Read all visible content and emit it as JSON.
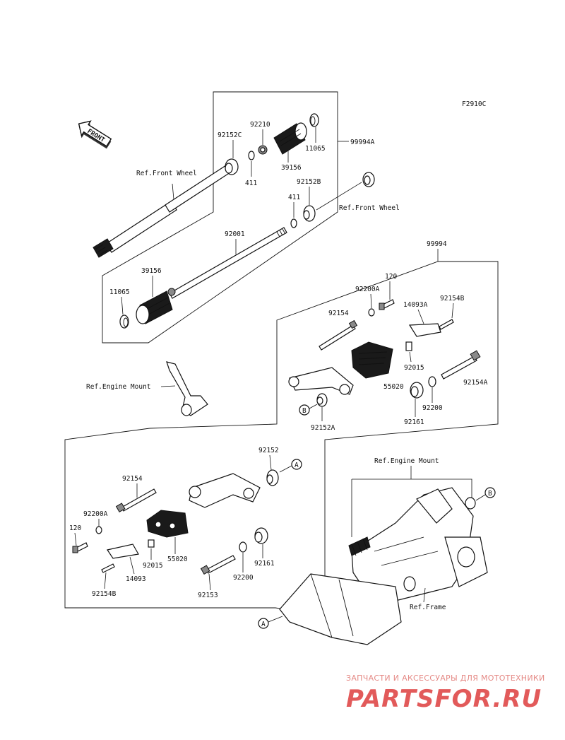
{
  "figure_code": "F2910C",
  "front_arrow_label": "FRONT",
  "kits": {
    "front_axle_kit": "99994A",
    "frame_slider_kit": "99994"
  },
  "references": {
    "front_wheel_left": "Ref.Front Wheel",
    "front_wheel_right": "Ref.Front Wheel",
    "engine_mount_left": "Ref.Engine Mount",
    "engine_mount_right": "Ref.Engine Mount",
    "frame": "Ref.Frame"
  },
  "connectors": {
    "a": "A",
    "b": "B"
  },
  "axle_parts": {
    "p92210": "92210",
    "p92152C": "92152C",
    "p11065_top": "11065",
    "p39156_top": "39156",
    "p411_top": "411",
    "p92152B": "92152B",
    "p411_mid": "411",
    "p92001": "92001",
    "p39156_bot": "39156",
    "p11065_bot": "11065"
  },
  "right_slider_parts": {
    "p120": "120",
    "p92200A": "92200A",
    "p14093A": "14093A",
    "p92154B": "92154B",
    "p92154": "92154",
    "p92015": "92015",
    "p92154A": "92154A",
    "p55020": "55020",
    "p92200": "92200",
    "p92161": "92161",
    "p92152A": "92152A"
  },
  "left_slider_parts": {
    "p92152": "92152",
    "p92154": "92154",
    "p92200A": "92200A",
    "p120": "120",
    "p55020": "55020",
    "p92015": "92015",
    "p14093": "14093",
    "p92154B": "92154B",
    "p92161": "92161",
    "p92200": "92200",
    "p92153": "92153"
  },
  "watermark": {
    "tagline": "ЗАПЧАСТИ И АКСЕССУАРЫ ДЛЯ МОТОТЕХНИКИ",
    "logo": "PARTSFOR.RU"
  }
}
